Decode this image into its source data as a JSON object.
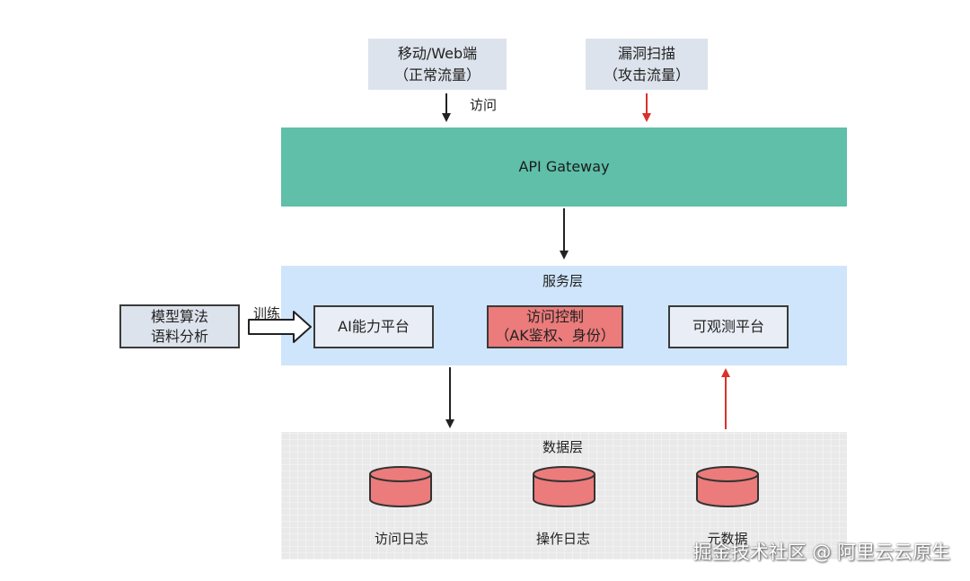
{
  "sources": {
    "normal": {
      "line1": "移动/Web端",
      "line2": "（正常流量）"
    },
    "attack": {
      "line1": "漏洞扫描",
      "line2": "（攻击流量）"
    },
    "access_label": "访问"
  },
  "gateway": {
    "label": "API Gateway"
  },
  "service_layer": {
    "title": "服务层",
    "ai_platform": "AI能力平台",
    "access_control": {
      "line1": "访问控制",
      "line2": "（AK鉴权、身份）"
    },
    "observability": "可观测平台"
  },
  "model": {
    "line1": "模型算法",
    "line2": "语料分析",
    "train_label": "训练"
  },
  "data_layer": {
    "title": "数据层",
    "stores": [
      "访问日志",
      "操作日志",
      "元数据"
    ]
  },
  "watermark": "掘金技术社区 @ 阿里云云原生",
  "colors": {
    "gateway": "#5fbfa9",
    "service_layer": "#cfe5fb",
    "data_layer": "#e9e9e9",
    "access_control": "#ec7b7b",
    "database": "#ec7b7b",
    "attack_arrow": "#d9322b",
    "normal_arrow": "#222222"
  },
  "icons": [
    "database-cylinder-icon",
    "hollow-arrow-icon"
  ]
}
